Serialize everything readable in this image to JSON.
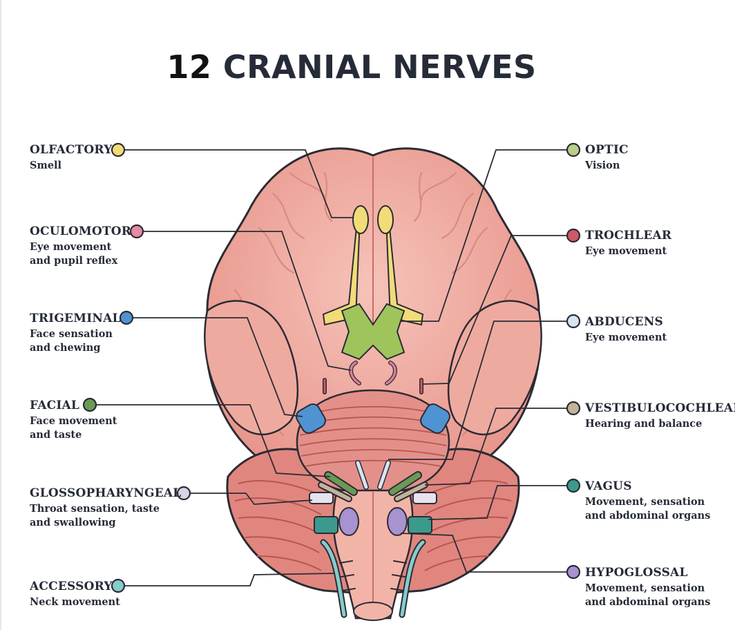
{
  "title": {
    "number": "12",
    "text": "CRANIAL NERVES"
  },
  "nerves": [
    {
      "name": "OLFACTORY",
      "desc_lines": [
        "Smell"
      ],
      "color": "#f1dc78"
    },
    {
      "name": "OCULOMOTOR",
      "desc_lines": [
        "Eye movement",
        "and pupil reflex"
      ],
      "color": "#e88aa4"
    },
    {
      "name": "TRIGEMINAL",
      "desc_lines": [
        "Face sensation",
        "and chewing"
      ],
      "color": "#4f93d2"
    },
    {
      "name": "FACIAL",
      "desc_lines": [
        "Face movement",
        "and taste"
      ],
      "color": "#6a9a55"
    },
    {
      "name": "GLOSSOPHARYNGEAL",
      "desc_lines": [
        "Throat sensation, taste",
        "and swallowing"
      ],
      "color": "#d9d3e3"
    },
    {
      "name": "ACCESSORY",
      "desc_lines": [
        "Neck movement"
      ],
      "color": "#86cccd"
    },
    {
      "name": "OPTIC",
      "desc_lines": [
        "Vision"
      ],
      "color": "#b7cf86"
    },
    {
      "name": "TROCHLEAR",
      "desc_lines": [
        "Eye movement"
      ],
      "color": "#cc5a66"
    },
    {
      "name": "ABDUCENS",
      "desc_lines": [
        "Eye movement"
      ],
      "color": "#d9e4f2"
    },
    {
      "name": "VESTIBULOCOCHLEAR",
      "desc_lines": [
        "Hearing and balance"
      ],
      "color": "#c0b49a"
    },
    {
      "name": "VAGUS",
      "desc_lines": [
        "Movement, sensation",
        "and abdominal organs"
      ],
      "color": "#3b9a8c"
    },
    {
      "name": "HYPOGLOSSAL",
      "desc_lines": [
        "Movement, sensation",
        "and abdominal organs"
      ],
      "color": "#a693cf"
    }
  ]
}
